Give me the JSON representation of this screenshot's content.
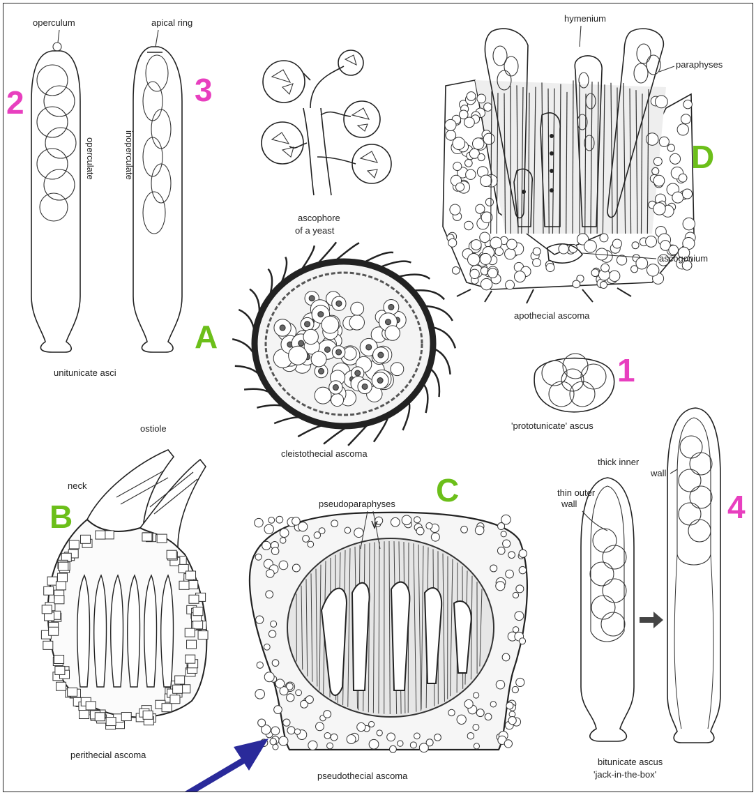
{
  "colors": {
    "pink": "#e83fbf",
    "green": "#6cbf1a",
    "arrow": "#2a2a9a",
    "ink": "#222222"
  },
  "labels": {
    "operculum": "operculum",
    "apical_ring": "apical ring",
    "operculate": "operculate",
    "inoperculate": "inoperculate",
    "unitunicate_asci": "unitunicate asci",
    "ascophore_line1": "ascophore",
    "ascophore_line2": "of a yeast",
    "hymenium": "hymenium",
    "paraphyses": "paraphyses",
    "ascogonium": "ascogonium",
    "apothecial_ascoma": "apothecial ascoma",
    "cleistothecial_ascoma": "cleistothecial ascoma",
    "prototunicate_ascus": "'prototunicate' ascus",
    "ostiole": "ostiole",
    "neck": "neck",
    "perithecial_ascoma": "perithecial ascoma",
    "pseudoparaphyses": "pseudoparaphyses",
    "pseudothecial_ascoma": "pseudothecial ascoma",
    "thick_inner_line1": "thick inner",
    "thick_inner_line2": "wall",
    "thin_outer_line1": "thin outer",
    "thin_outer_line2": "wall",
    "bitunicate_line1": "bitunicate ascus",
    "bitunicate_line2": "'jack-in-the-box'"
  },
  "markers": {
    "n1": "1",
    "n2": "2",
    "n3": "3",
    "n4": "4",
    "A": "A",
    "B": "B",
    "C": "C",
    "D": "D"
  }
}
